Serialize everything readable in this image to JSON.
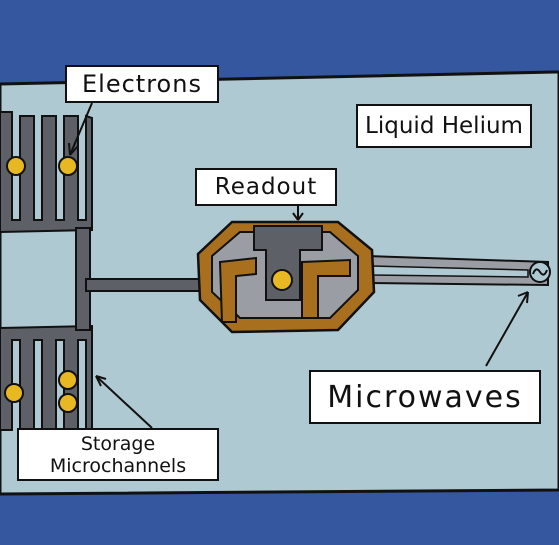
{
  "labels": {
    "electrons": "Electrons",
    "liquid_helium": "Liquid Helium",
    "readout": "Readout",
    "microwaves": "Microwaves",
    "storage_line1": "Storage",
    "storage_line2": "Microchannels"
  },
  "colors": {
    "background": "#3457a0",
    "helium": "#afc9d2",
    "channel": "#5d6066",
    "electron": "#e8b822",
    "resonator": "#9a9ea4",
    "electrode": "#a86f1e",
    "outline": "#111111"
  },
  "icons": {
    "microwave_source": "sine-wave-icon"
  }
}
